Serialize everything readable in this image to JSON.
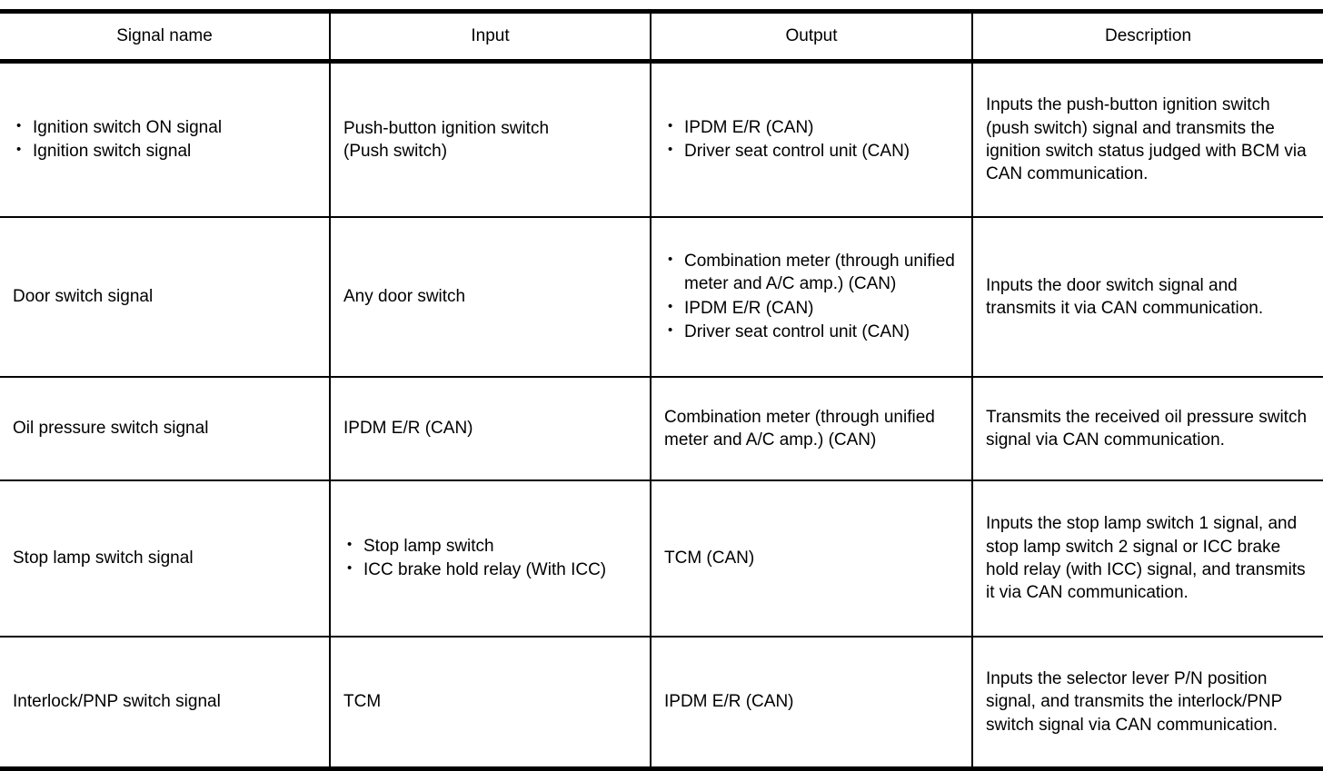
{
  "table": {
    "columns": [
      {
        "key": "signal_name",
        "label": "Signal name"
      },
      {
        "key": "input",
        "label": "Input"
      },
      {
        "key": "output",
        "label": "Output"
      },
      {
        "key": "description",
        "label": "Description"
      }
    ],
    "rows": [
      {
        "signal_name_items": [
          "Ignition switch ON signal",
          "Ignition switch signal"
        ],
        "input_text": "Push-button ignition switch\n(Push switch)",
        "output_items": [
          "IPDM E/R (CAN)",
          "Driver seat control unit (CAN)"
        ],
        "description": "Inputs the push-button ignition switch (push switch) signal and transmits the ignition switch status judged with BCM via CAN communication."
      },
      {
        "signal_name_text": "Door switch signal",
        "input_text": "Any door switch",
        "output_items": [
          "Combination meter (through unified meter and A/C amp.) (CAN)",
          "IPDM E/R (CAN)",
          "Driver seat control unit (CAN)"
        ],
        "description": "Inputs the door switch signal and transmits it via CAN communication."
      },
      {
        "signal_name_text": "Oil pressure switch signal",
        "input_text": "IPDM E/R (CAN)",
        "output_text": "Combination meter (through unified meter and A/C amp.) (CAN)",
        "description": "Transmits the received oil pressure switch signal via CAN communication."
      },
      {
        "signal_name_text": "Stop lamp switch signal",
        "input_items": [
          "Stop lamp switch",
          "ICC brake hold relay (With ICC)"
        ],
        "output_text": "TCM (CAN)",
        "description": "Inputs the stop lamp switch 1 signal, and stop lamp switch 2 signal or ICC brake hold relay (with ICC) signal, and transmits it via CAN communication."
      },
      {
        "signal_name_text": "Interlock/PNP switch signal",
        "input_text": "TCM",
        "output_text": "IPDM E/R (CAN)",
        "description": "Inputs the selector lever P/N position signal, and transmits the interlock/PNP switch signal via CAN communication."
      }
    ]
  },
  "style": {
    "text_color": "#000000",
    "background": "#ffffff",
    "rule_color": "#000000"
  }
}
